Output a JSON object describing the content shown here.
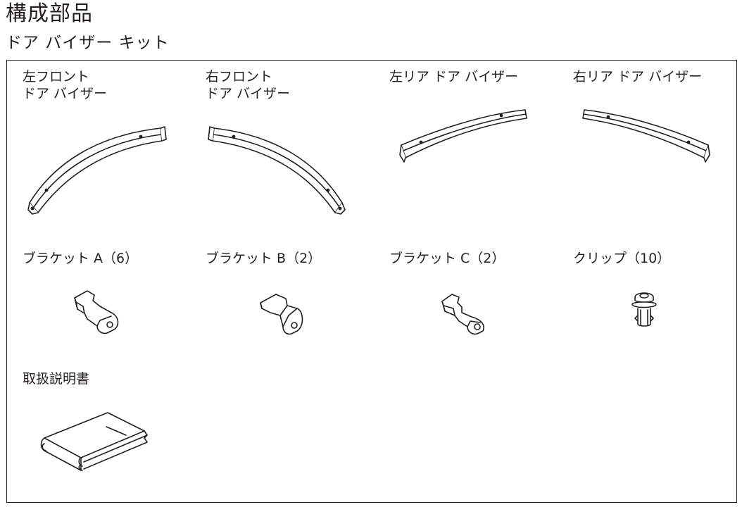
{
  "page": {
    "title": "構成部品",
    "subtitle": "ドア バイザー キット"
  },
  "parts": {
    "front_left": {
      "line1": "左フロント",
      "line2": "ドア バイザー",
      "icon": "front-left-visor-illustration"
    },
    "front_right": {
      "line1": "右フロント",
      "line2": "ドア バイザー",
      "icon": "front-right-visor-illustration"
    },
    "rear_left": {
      "label": "左リア ドア バイザー",
      "icon": "rear-left-visor-illustration"
    },
    "rear_right": {
      "label": "右リア ドア バイザー",
      "icon": "rear-right-visor-illustration"
    },
    "bracket_a": {
      "label": "ブラケット A（6）",
      "icon": "bracket-a-illustration"
    },
    "bracket_b": {
      "label": "ブラケット B（2）",
      "icon": "bracket-b-illustration"
    },
    "bracket_c": {
      "label": "ブラケット C（2）",
      "icon": "bracket-c-illustration"
    },
    "clip": {
      "label": "クリップ（10）",
      "icon": "clip-illustration"
    },
    "manual": {
      "label": "取扱説明書",
      "icon": "manual-booklet-illustration"
    }
  }
}
